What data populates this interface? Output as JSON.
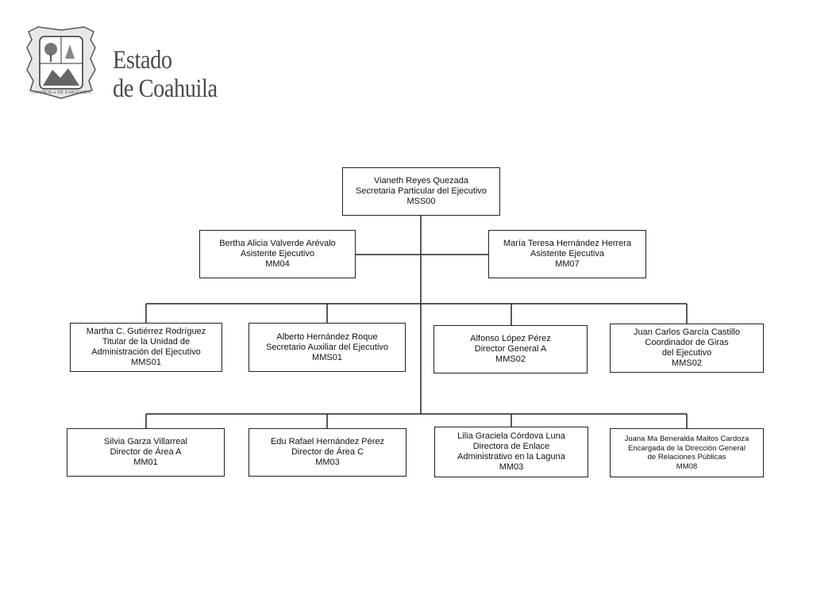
{
  "header": {
    "brand_line1": "Estado",
    "brand_line2": "de Coahuila",
    "logo": "coahuila-coat-of-arms"
  },
  "org": {
    "top": {
      "name": "Vianeth Reyes Quezada",
      "role": [
        "Secretaria Particular del Ejecutivo"
      ],
      "code": "MSS00"
    },
    "assistants": [
      {
        "name": "Bertha Alicia Valverde Arévalo",
        "role": [
          "Asistente Ejecutivo"
        ],
        "code": "MM04"
      },
      {
        "name": "María Teresa Hernández  Herrera",
        "role": [
          "Asistente Ejecutiva"
        ],
        "code": "MM07"
      }
    ],
    "level2": [
      {
        "name": "Martha C. Gutiérrez Rodríguez",
        "role": [
          "Titular de la Unidad de",
          "Administración del Ejecutivo"
        ],
        "code": "MMS01"
      },
      {
        "name": "Alberto Hernández Roque",
        "role": [
          "Secretario Auxiliar del Ejecutivo"
        ],
        "code": "MMS01"
      },
      {
        "name": "Alfonso López Pérez",
        "role": [
          "Director General A"
        ],
        "code": "MMS02"
      },
      {
        "name": "Juan Carlos García Castillo",
        "role": [
          "Coordinador de Giras",
          "del Ejecutivo"
        ],
        "code": "MMS02"
      }
    ],
    "level3": [
      {
        "name": "Silvia Garza Villarreal",
        "role": [
          "Director de Área A"
        ],
        "code": "MM01"
      },
      {
        "name": "Edu Rafael Hernández Pérez",
        "role": [
          "Director de Área C"
        ],
        "code": "MM03"
      },
      {
        "name": "Lilia Graciela Córdova Luna",
        "role": [
          "Directora de Enlace",
          "Administrativo en la Laguna"
        ],
        "code": "MM03"
      },
      {
        "name": "Juana Ma Beneralda Maltos Cardoza",
        "role": [
          "Encargada de la Dirección General",
          "de Relaciones Públicas"
        ],
        "code": "MM08"
      }
    ]
  }
}
